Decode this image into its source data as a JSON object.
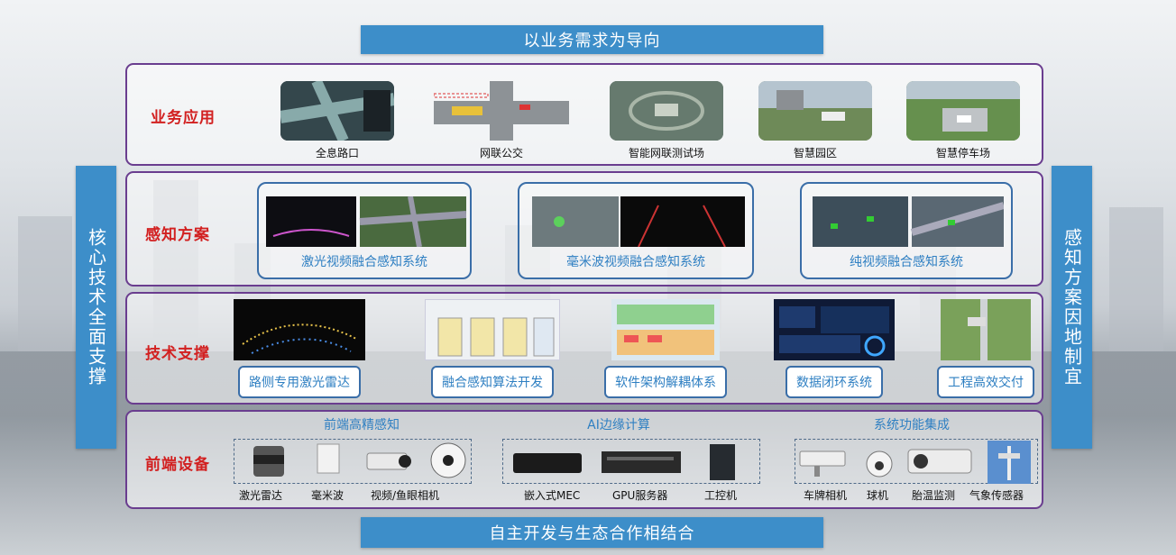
{
  "top_banner": "以业务需求为导向",
  "bottom_banner": "自主开发与生态合作相结合",
  "left_side": "核心技术全面支撑",
  "right_side": "感知方案因地制宜",
  "rows": {
    "apps": {
      "label": "业务应用",
      "items": [
        "全息路口",
        "网联公交",
        "智能网联测试场",
        "智慧园区",
        "智慧停车场"
      ]
    },
    "perception": {
      "label": "感知方案",
      "items": [
        "激光视频融合感知系统",
        "毫米波视频融合感知系统",
        "纯视频融合感知系统"
      ]
    },
    "tech": {
      "label": "技术支撑",
      "items": [
        "路侧专用激光雷达",
        "融合感知算法开发",
        "软件架构解耦体系",
        "数据闭环系统",
        "工程高效交付"
      ]
    },
    "devices": {
      "label": "前端设备",
      "groups": [
        "前端高精感知",
        "AI边缘计算",
        "系统功能集成"
      ],
      "items": [
        "激光雷达",
        "毫米波",
        "视频/鱼眼相机",
        "嵌入式MEC",
        "GPU服务器",
        "工控机",
        "车牌相机",
        "球机",
        "胎温监测",
        "气象传感器"
      ]
    }
  }
}
